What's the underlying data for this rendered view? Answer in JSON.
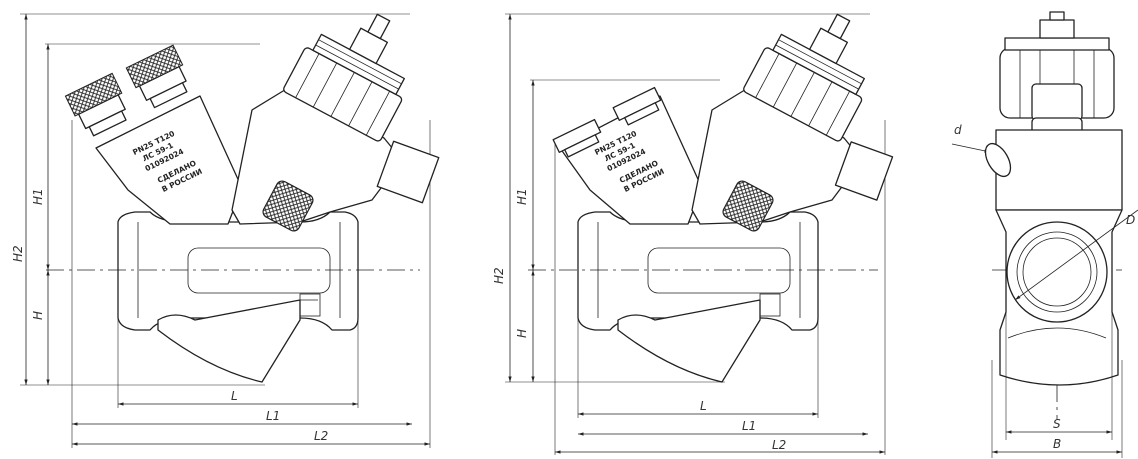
{
  "dimensions": {
    "H": "H",
    "H1": "H1",
    "H2": "H2",
    "L": "L",
    "L1": "L1",
    "L2": "L2",
    "S": "S",
    "B": "B",
    "d": "d",
    "D": "D"
  },
  "marking": {
    "line1": "РN25  T120",
    "line2": "ЛС 59-1",
    "line3": "01092024",
    "line4": "СДЕЛАНО",
    "line5": "В РОССИИ"
  },
  "colors": {
    "ink": "#222222",
    "paper": "#ffffff"
  }
}
